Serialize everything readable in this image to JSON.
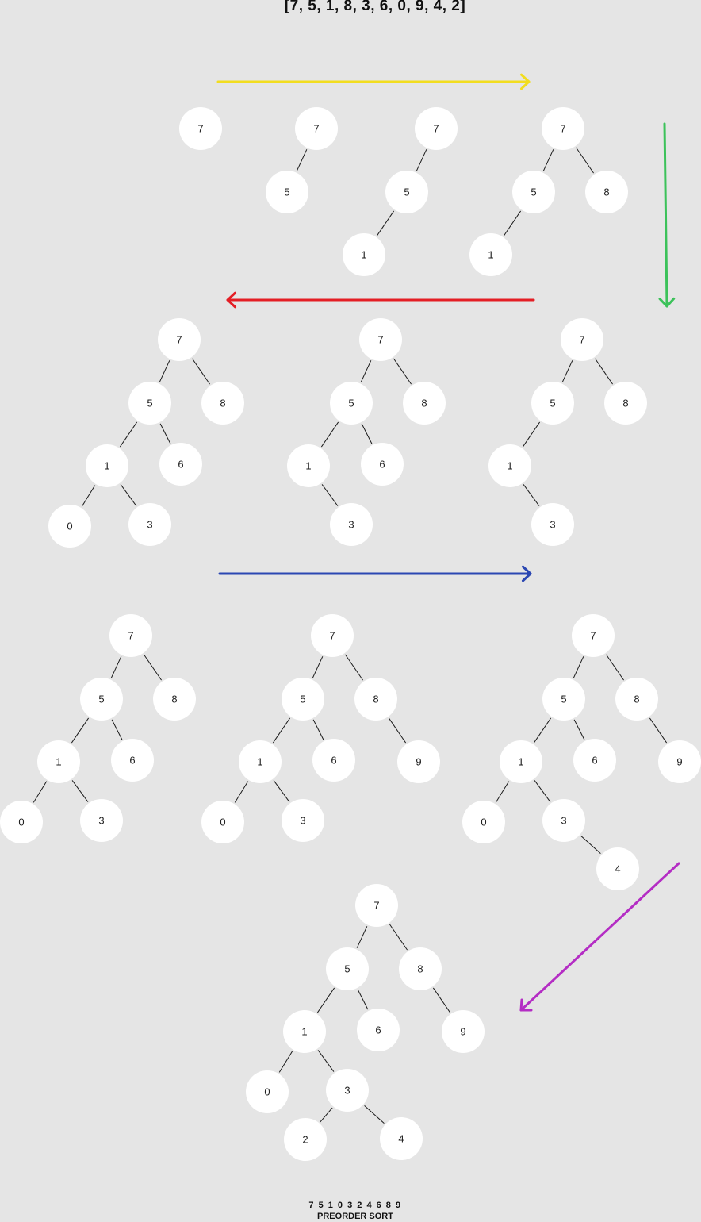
{
  "input_sequence": "[7, 5, 1, 8, 3, 6, 0, 9, 4, 2]",
  "result_sequence": "7 5 1 0 3 2 4 6 8 9",
  "result_caption": "PREORDER SORT",
  "arrow_colors": {
    "yellow": "#f2dd1f",
    "green": "#3cc25a",
    "red": "#e41e25",
    "blue": "#2b47b2",
    "purple": "#b42dc4"
  },
  "tree_steps": [
    {
      "step": 1,
      "nodes": [
        "7"
      ]
    },
    {
      "step": 2,
      "nodes": [
        "7",
        "5"
      ]
    },
    {
      "step": 3,
      "nodes": [
        "7",
        "5",
        "1"
      ]
    },
    {
      "step": 4,
      "nodes": [
        "7",
        "5",
        "8",
        "1"
      ]
    },
    {
      "step": 5,
      "nodes": [
        "7",
        "5",
        "8",
        "1",
        "3"
      ]
    },
    {
      "step": 6,
      "nodes": [
        "7",
        "5",
        "8",
        "1",
        "6",
        "3"
      ]
    },
    {
      "step": 7,
      "nodes": [
        "7",
        "5",
        "8",
        "1",
        "6",
        "0",
        "3"
      ]
    },
    {
      "step": 8,
      "nodes": [
        "7",
        "5",
        "8",
        "1",
        "6",
        "0",
        "3"
      ]
    },
    {
      "step": 9,
      "nodes": [
        "7",
        "5",
        "8",
        "1",
        "6",
        "9",
        "0",
        "3"
      ]
    },
    {
      "step": 10,
      "nodes": [
        "7",
        "5",
        "8",
        "1",
        "6",
        "9",
        "0",
        "3",
        "4"
      ]
    },
    {
      "step": 11,
      "nodes": [
        "7",
        "5",
        "8",
        "1",
        "6",
        "9",
        "0",
        "3",
        "2",
        "4"
      ]
    }
  ]
}
